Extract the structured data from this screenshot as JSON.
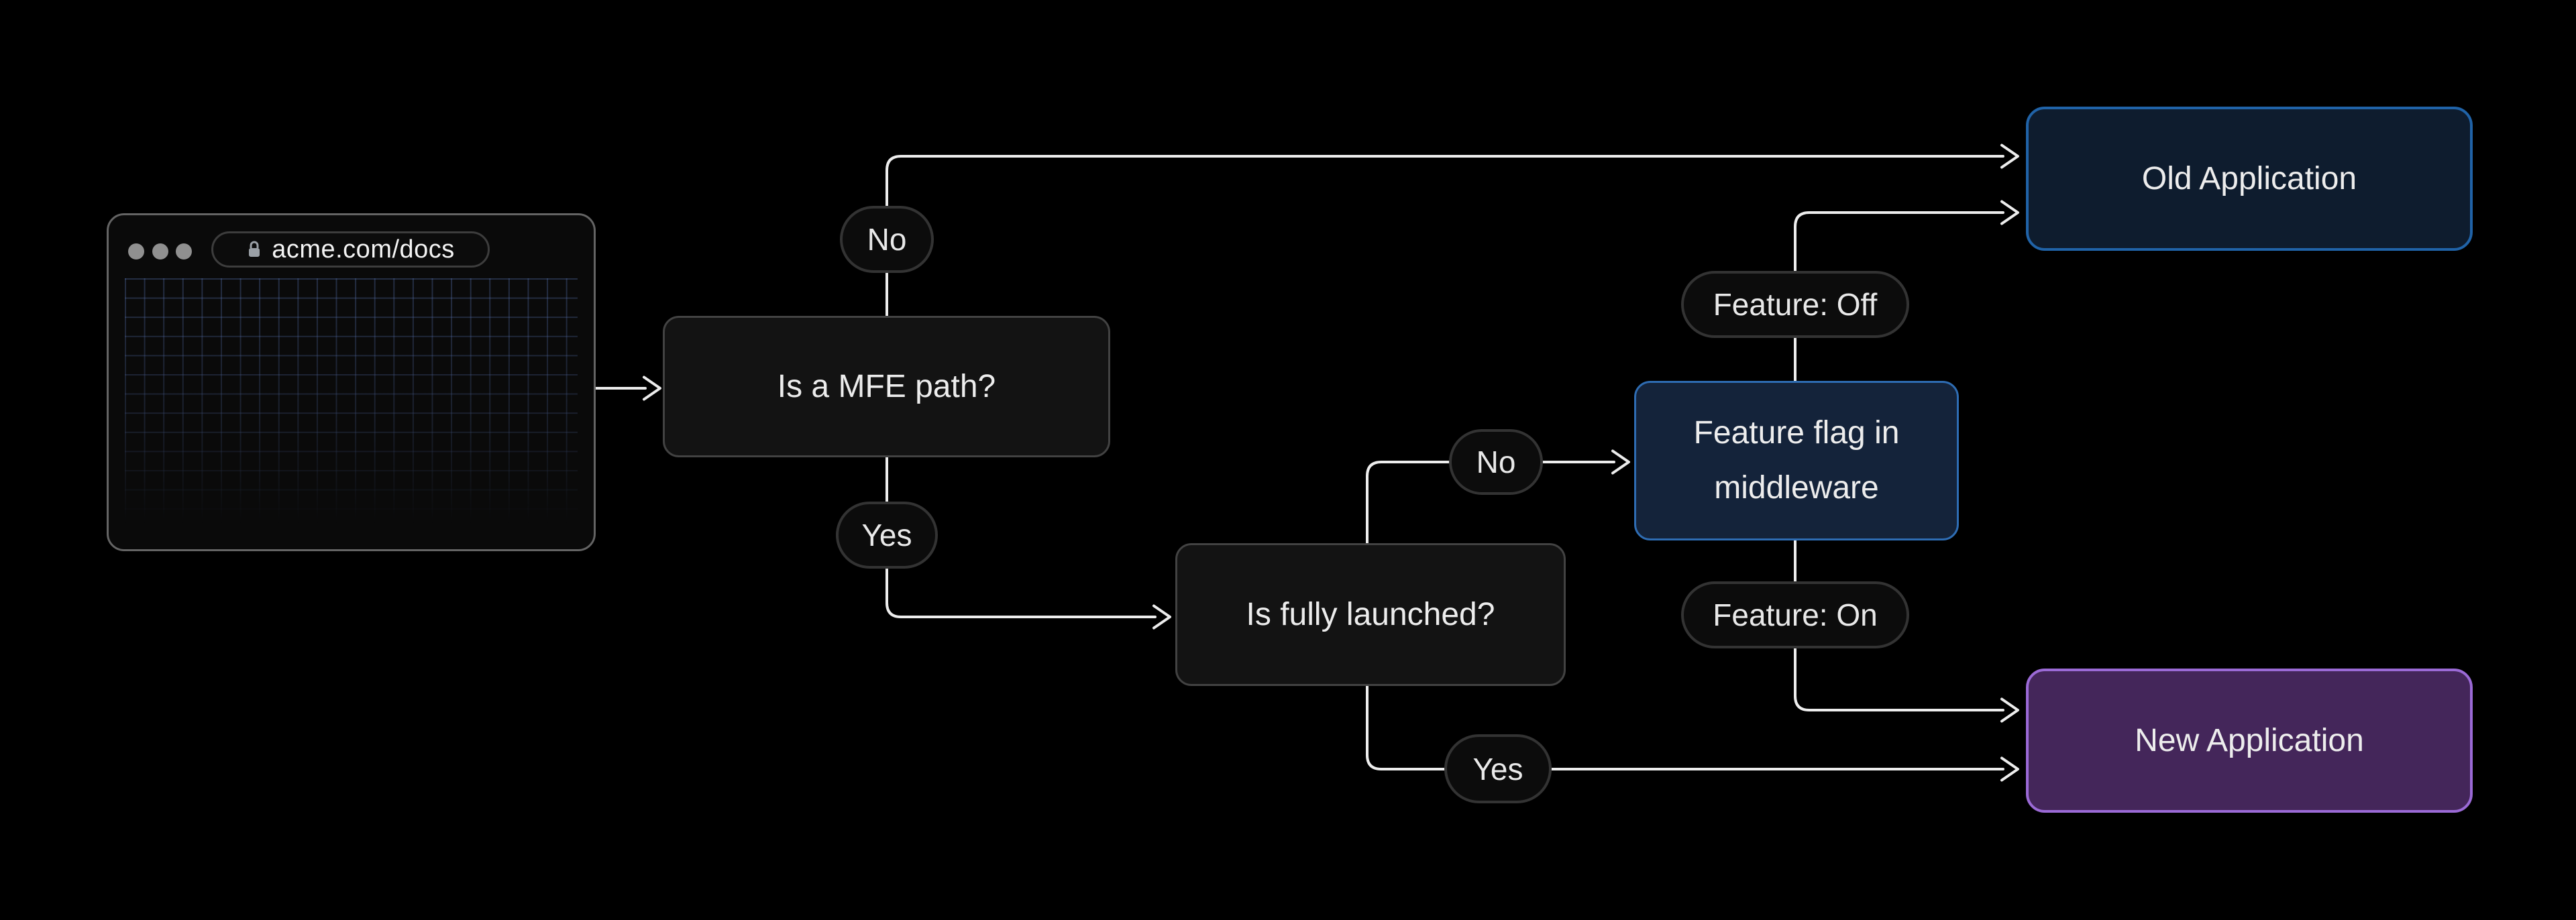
{
  "browser": {
    "url": "acme.com/docs"
  },
  "nodes": {
    "mfe_question": {
      "label": "Is a MFE path?"
    },
    "launch_question": {
      "label": "Is fully launched?"
    },
    "feature_flag": {
      "label": "Feature flag in middleware"
    },
    "old_app": {
      "label": "Old Application"
    },
    "new_app": {
      "label": "New Application"
    }
  },
  "edges": {
    "mfe_no": {
      "label": "No",
      "from": "mfe_question",
      "to": "old_app"
    },
    "mfe_yes": {
      "label": "Yes",
      "from": "mfe_question",
      "to": "launch_question"
    },
    "launch_no": {
      "label": "No",
      "from": "launch_question",
      "to": "feature_flag"
    },
    "launch_yes": {
      "label": "Yes",
      "from": "launch_question",
      "to": "new_app"
    },
    "feature_off": {
      "label": "Feature: Off",
      "from": "feature_flag",
      "to": "old_app"
    },
    "feature_on": {
      "label": "Feature: On",
      "from": "feature_flag",
      "to": "new_app"
    }
  },
  "colors": {
    "background": "#000000",
    "connector": "#EDEDED",
    "node_background": "#131313",
    "node_border": "#424242",
    "pill_background": "#0C0C0C",
    "pill_border": "#333333",
    "info_node_background": "#14233A",
    "info_node_border": "#2E6CB2",
    "old_app_background": "#0E1C2E",
    "old_app_border": "#2063A8",
    "new_app_background": "#44265A",
    "new_app_border": "#9B6AD6",
    "text": "#ECECEC"
  }
}
